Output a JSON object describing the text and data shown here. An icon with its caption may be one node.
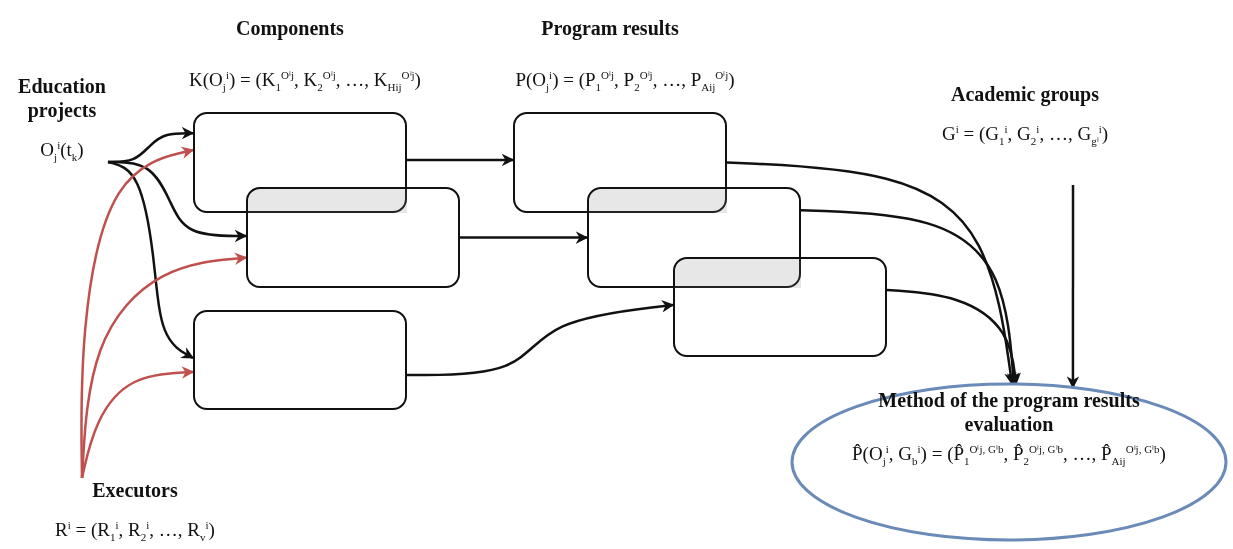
{
  "diagram": {
    "nodes": [
      {
        "text": [
          "Education projects",
          "O$_{j}$$^{i}$(t$_{k}$)"
        ]
      },
      {
        "text": [],
        "shape": "box"
      },
      {
        "text": [],
        "shape": "box"
      },
      {
        "text": [],
        "shape": "box"
      },
      {
        "text": [],
        "shape": "box"
      },
      {
        "text": [],
        "shape": "box"
      },
      {
        "text": [],
        "shape": "box"
      },
      {
        "text": [
          "Academic groups",
          "G$^{i}$ = (G$_{1}$$^{i}$, G$_{2}$$^{i}$, …, G$_{gⁱ}$$^{i}$)"
        ]
      },
      {
        "text": [
          "Executors",
          "R$^{i}$ = (R$_{1}$$^{i}$, R$_{2}$$^{i}$, …, R$_{v}$$^{i}$)"
        ]
      },
      {
        "text": [
          "Method of the program results evaluation",
          "P̂(O$_{j}$$^{i}$, G$_{b}$$^{i}$) = (P̂$_{1}$$^{Oⁱj, Gⁱb}$, P̂$_{2}$$^{Oⁱj, Gⁱb}$, …, P̂$_{Aij}$$^{Oⁱj, Gⁱb}$)"
        ]
      }
    ],
    "edges": [
      {
        "from": 0,
        "to": 1,
        "arrow": "to"
      },
      {
        "from": 0,
        "to": 2,
        "arrow": "to"
      },
      {
        "from": 0,
        "to": 3,
        "arrow": "to"
      },
      {
        "from": 8,
        "to": 1,
        "arrow": "to",
        "color": "#c0504d"
      },
      {
        "from": 8,
        "to": 2,
        "arrow": "to",
        "color": "#c0504d"
      },
      {
        "from": 8,
        "to": 3,
        "arrow": "to",
        "color": "#c0504d"
      },
      {
        "from": 1,
        "to": 4,
        "arrow": "to"
      },
      {
        "from": 2,
        "to": 5,
        "arrow": "to"
      },
      {
        "from": 3,
        "to": 6,
        "arrow": "to"
      },
      {
        "from": 4,
        "to": 9,
        "arrow": "to"
      },
      {
        "from": 5,
        "to": 9,
        "arrow": "to"
      },
      {
        "from": 6,
        "to": 9,
        "arrow": "to"
      },
      {
        "from": 7,
        "to": 9,
        "arrow": "to"
      }
    ],
    "labels": [
      "Components",
      "K(O$_{j}$$^{i}$) = (K$_{1}$$^{Oⁱj}$, K$_{2}$$^{Oⁱj}$, …, K$_{Hij}$$^{Oⁱj}$)",
      "Program results",
      "P(O$_{j}$$^{i}$) = (P$_{1}$$^{Oⁱj}$, P$_{2}$$^{Oⁱj}$, …, P$_{Aij}$$^{Oⁱj}$)"
    ]
  }
}
